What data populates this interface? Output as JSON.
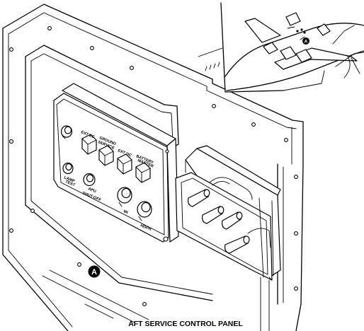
{
  "caption": "AFT SERVICE CONTROL PANEL",
  "detail_marker": "A",
  "inset_marker": "A",
  "panel_labels": {
    "ext_ac": "EXT AC",
    "ground_service_1": "GROUND",
    "ground_service_2": "SERVICE",
    "ext_dc": "EXT DC",
    "battery_master_1": "BATTERY",
    "battery_master_2": "MASTER",
    "lamp_test_1": "LAMP",
    "lamp_test_2": "TEST",
    "apu_shutoff_1": "APU",
    "apu_shutoff_2": "SHUT-OFF",
    "mi": "MI",
    "hdph": "HDPH"
  }
}
